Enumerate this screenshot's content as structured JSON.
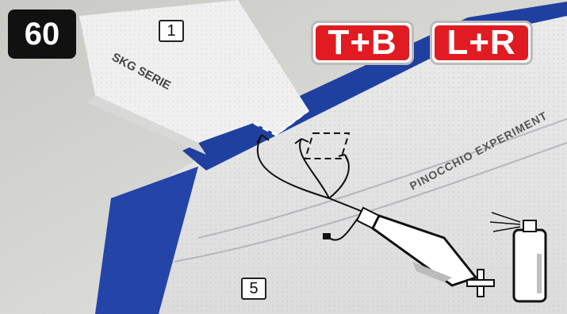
{
  "step": {
    "number": "60"
  },
  "parts": {
    "fuselage": "1",
    "wing": "5"
  },
  "glue_badges": {
    "top_bottom": "T+B",
    "left_right": "L+R"
  },
  "photo_text": {
    "fuselage_print": "SKG SERIE",
    "wing_print": "PINOCCHIO EXPERIMENT"
  },
  "colors": {
    "wing_stripe": "#2040a0",
    "badge_red": "#e11b22",
    "foam": "#f1f1f1"
  },
  "icons": [
    "glue-bottle-icon",
    "plus-icon",
    "spray-can-icon"
  ]
}
